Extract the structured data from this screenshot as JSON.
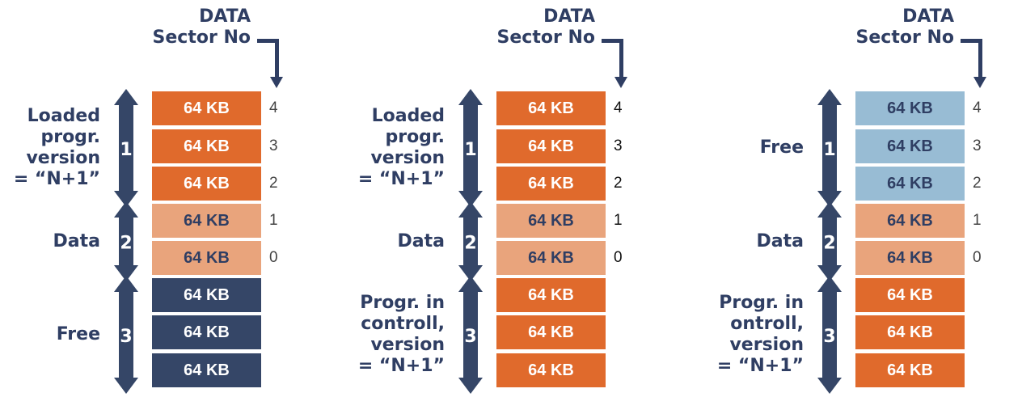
{
  "colors": {
    "navy": "#354667",
    "orange": "#e06a2c",
    "light_orange": "#e9a47c",
    "light_blue": "#98bcd4",
    "text_dark": "#2f3e63"
  },
  "panels": [
    {
      "header_line1": "DATA",
      "header_line2": "Sector No",
      "blocks": [
        {
          "label": "64 KB",
          "sector": "4",
          "fill": "orange"
        },
        {
          "label": "64 KB",
          "sector": "3",
          "fill": "orange"
        },
        {
          "label": "64 KB",
          "sector": "2",
          "fill": "orange"
        },
        {
          "label": "64 KB",
          "sector": "1",
          "fill": "light_orange"
        },
        {
          "label": "64 KB",
          "sector": "0",
          "fill": "light_orange"
        },
        {
          "label": "64 KB",
          "sector": "",
          "fill": "navy"
        },
        {
          "label": "64 KB",
          "sector": "",
          "fill": "navy"
        },
        {
          "label": "64 KB",
          "sector": "",
          "fill": "navy"
        }
      ],
      "groups": [
        {
          "number": "1",
          "label_lines": [
            "Loaded",
            "progr.",
            "version",
            "= “N+1”"
          ]
        },
        {
          "number": "2",
          "label_lines": [
            "Data"
          ]
        },
        {
          "number": "3",
          "label_lines": [
            "Free"
          ]
        }
      ]
    },
    {
      "header_line1": "DATA",
      "header_line2": "Sector No",
      "blocks": [
        {
          "label": "64 KB",
          "sector": "4",
          "fill": "orange"
        },
        {
          "label": "64 KB",
          "sector": "3",
          "fill": "orange"
        },
        {
          "label": "64 KB",
          "sector": "2",
          "fill": "orange"
        },
        {
          "label": "64 KB",
          "sector": "1",
          "fill": "light_orange"
        },
        {
          "label": "64 KB",
          "sector": "0",
          "fill": "light_orange"
        },
        {
          "label": "64 KB",
          "sector": "",
          "fill": "orange"
        },
        {
          "label": "64 KB",
          "sector": "",
          "fill": "orange"
        },
        {
          "label": "64 KB",
          "sector": "",
          "fill": "orange"
        }
      ],
      "groups": [
        {
          "number": "1",
          "label_lines": [
            "Loaded",
            "progr.",
            "version",
            "= “N+1”"
          ]
        },
        {
          "number": "2",
          "label_lines": [
            "Data"
          ]
        },
        {
          "number": "3",
          "label_lines": [
            "Progr. in",
            "controll,",
            "version",
            "= “N+1”"
          ]
        }
      ]
    },
    {
      "header_line1": "DATA",
      "header_line2": "Sector No",
      "blocks": [
        {
          "label": "64 KB",
          "sector": "4",
          "fill": "light_blue"
        },
        {
          "label": "64 KB",
          "sector": "3",
          "fill": "light_blue"
        },
        {
          "label": "64 KB",
          "sector": "2",
          "fill": "light_blue"
        },
        {
          "label": "64 KB",
          "sector": "1",
          "fill": "light_orange"
        },
        {
          "label": "64 KB",
          "sector": "0",
          "fill": "light_orange"
        },
        {
          "label": "64 KB",
          "sector": "",
          "fill": "orange"
        },
        {
          "label": "64 KB",
          "sector": "",
          "fill": "orange"
        },
        {
          "label": "64 KB",
          "sector": "",
          "fill": "orange"
        }
      ],
      "groups": [
        {
          "number": "1",
          "label_lines": [
            "Free"
          ]
        },
        {
          "number": "2",
          "label_lines": [
            "Data"
          ]
        },
        {
          "number": "3",
          "label_lines": [
            "Progr. in",
            "ontroll,",
            "version",
            "= “N+1”"
          ]
        }
      ]
    }
  ]
}
